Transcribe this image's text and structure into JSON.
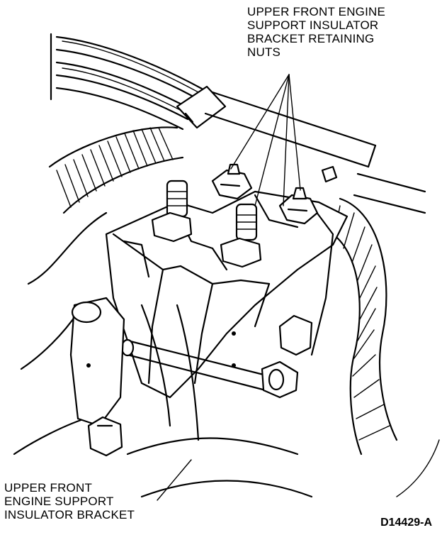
{
  "labels": {
    "top_callout": [
      "UPPER FRONT ENGINE",
      "SUPPORT INSULATOR",
      "BRACKET RETAINING",
      "NUTS"
    ],
    "bottom_callout": [
      "UPPER FRONT",
      "ENGINE SUPPORT",
      "INSULATOR BRACKET"
    ],
    "figure_id": "D14429-A"
  }
}
